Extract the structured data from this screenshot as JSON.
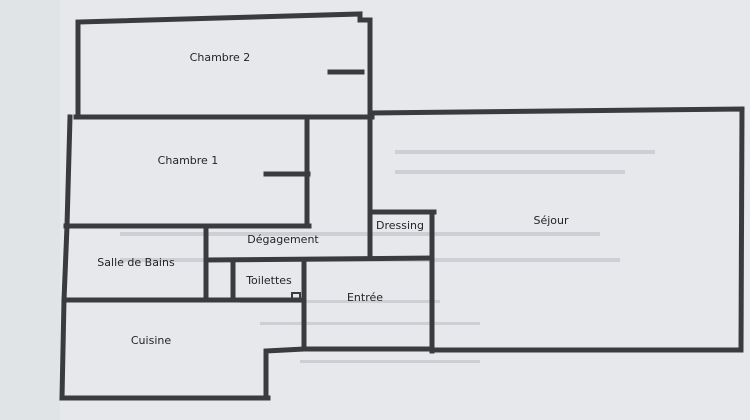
{
  "plan": {
    "rooms": {
      "chambre2": "Chambre 2",
      "chambre1": "Chambre 1",
      "salle_de_bains": "Salle de Bains",
      "degagement": "Dégagement",
      "dressing": "Dressing",
      "sejour": "Séjour",
      "toilettes": "Toilettes",
      "entree": "Entrée",
      "cuisine": "Cuisine"
    }
  },
  "colors": {
    "walls": "#3a3b3e",
    "paper": "#e6e8eb",
    "label": "#232426"
  }
}
